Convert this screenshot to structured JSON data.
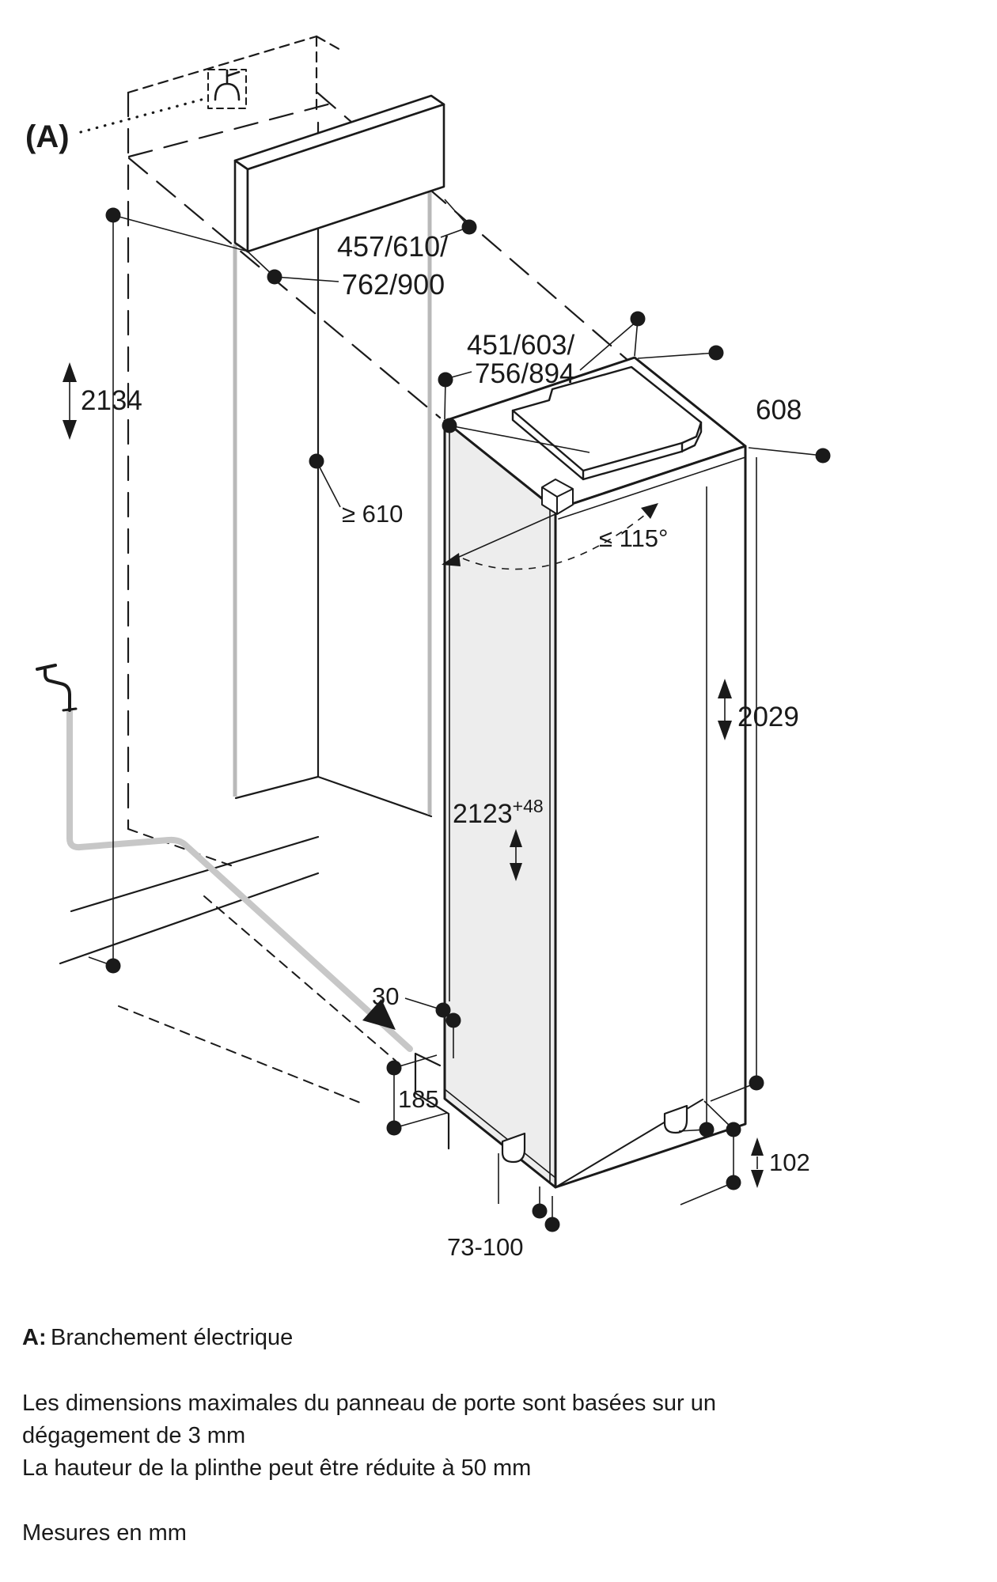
{
  "page": {
    "background": "#ffffff",
    "ink_color": "#1a1a1a",
    "projection_gray": "#b9b9b9",
    "pipe_gray": "#c7c7c7",
    "door_face_fill": "#ededed"
  },
  "callouts": {
    "marker": "(A)"
  },
  "dimensions": {
    "panel_widths": {
      "line1": "457/610/",
      "line2": "762/900"
    },
    "cutout_widths": {
      "line1": "451/603/",
      "line2": "756/894"
    },
    "depth": "608",
    "total_height": "2134",
    "min_side_clearance": "≥ 610",
    "max_door_angle": "≤ 115°",
    "appliance_height": "2029",
    "niche_height": {
      "value": "2123",
      "tolerance": "+48"
    },
    "rear_gap": "30",
    "water_connection_offset": "185",
    "plinth_height": "102",
    "plinth_depth_range": "73-100"
  },
  "notes": {
    "legend_key": "A:",
    "legend_value": "Branchement électrique",
    "door_panel_note_line1": "Les dimensions maximales du panneau de porte sont basées sur un",
    "door_panel_note_line2": "dégagement de 3 mm",
    "plinth_note": "La hauteur de la plinthe peut être réduite à 50 mm",
    "units_note": "Mesures en mm"
  }
}
